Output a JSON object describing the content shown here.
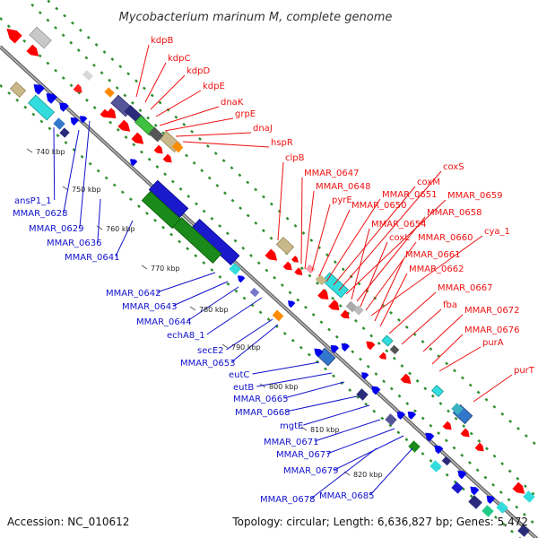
{
  "title": "Mycobacterium marinum M, complete genome",
  "footer": {
    "accession": "Accession: NC_010612",
    "topology": "Topology: circular; Length: 6,636,827 bp; Genes: 5,472"
  },
  "kbp_labels": [
    "740 kbp",
    "750 kbp",
    "760 kbp",
    "770 kbp",
    "780 kbp",
    "790 kbp",
    "800 kbp",
    "810 kbp",
    "820 kbp"
  ],
  "red_labels": [
    "kdpB",
    "kdpC",
    "kdpD",
    "kdpE",
    "dnaK",
    "grpE",
    "dnaJ",
    "hspR",
    "clpB",
    "MMAR_0647",
    "MMAR_0648",
    "pyrE",
    "MMAR_0650",
    "MMAR_0651",
    "coxM",
    "coxS",
    "MMAR_0659",
    "MMAR_0654",
    "MMAR_0658",
    "coxL",
    "MMAR_0660",
    "cya_1",
    "MMAR_0661",
    "MMAR_0662",
    "MMAR_0667",
    "fba",
    "MMAR_0672",
    "MMAR_0676",
    "purA",
    "purT"
  ],
  "blue_labels": [
    "ansP1_1",
    "MMAR_0628",
    "MMAR_0629",
    "MMAR_0636",
    "MMAR_0641",
    "MMAR_0642",
    "MMAR_0643",
    "MMAR_0644",
    "echA8_1",
    "secE2",
    "MMAR_0653",
    "eutC",
    "eutB",
    "MMAR_0665",
    "MMAR_0668",
    "mgtE",
    "MMAR_0671",
    "MMAR_0677",
    "MMAR_0679",
    "MMAR_0678",
    "MMAR_0685"
  ],
  "colors": {
    "forward_gene": "#ff0000",
    "reverse_gene": "#0000ee",
    "backbone": "#888888",
    "tick": "#2f8f2f",
    "red_text": "#ee1111",
    "blue_text": "#1111cc"
  }
}
